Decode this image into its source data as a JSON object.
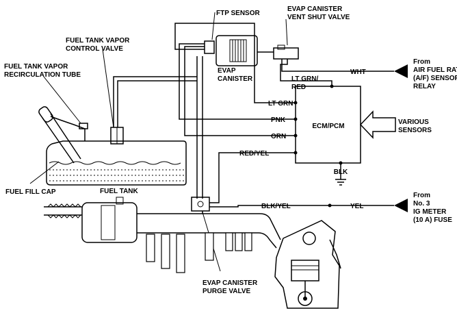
{
  "labels": {
    "ftp_sensor": "FTP SENSOR",
    "evap_vent_1": "EVAP CANISTER",
    "evap_vent_2": "VENT SHUT VALVE",
    "fuel_vapor_ctrl_1": "FUEL TANK VAPOR",
    "fuel_vapor_ctrl_2": "CONTROL VALVE",
    "fuel_recirc_1": "FUEL TANK VAPOR",
    "fuel_recirc_2": "RECIRCULATION TUBE",
    "evap_canister_1": "EVAP",
    "evap_canister_2": "CANISTER",
    "from_af_1": "From",
    "from_af_2": "AIR FUEL RATIO",
    "from_af_3": "(A/F) SENSOR",
    "from_af_4": "RELAY",
    "wht": "WHT",
    "lt_grn_red_1": "LT GRN/",
    "lt_grn_red_2": "RED",
    "lt_grn": "LT GRN",
    "pnk": "PNK",
    "orn": "ORN",
    "red_yel": "RED/YEL",
    "ecm_pcm": "ECM/PCM",
    "various_1": "VARIOUS",
    "various_2": "SENSORS",
    "blk": "BLK",
    "fuel_fill_cap": "FUEL FILL CAP",
    "fuel_tank": "FUEL TANK",
    "blk_yel": "BLK/YEL",
    "yel": "YEL",
    "from_ig_1": "From",
    "from_ig_2": "No. 3",
    "from_ig_3": "IG METER",
    "from_ig_4": "(10 A) FUSE",
    "purge_1": "EVAP CANISTER",
    "purge_2": "PURGE VALVE"
  }
}
